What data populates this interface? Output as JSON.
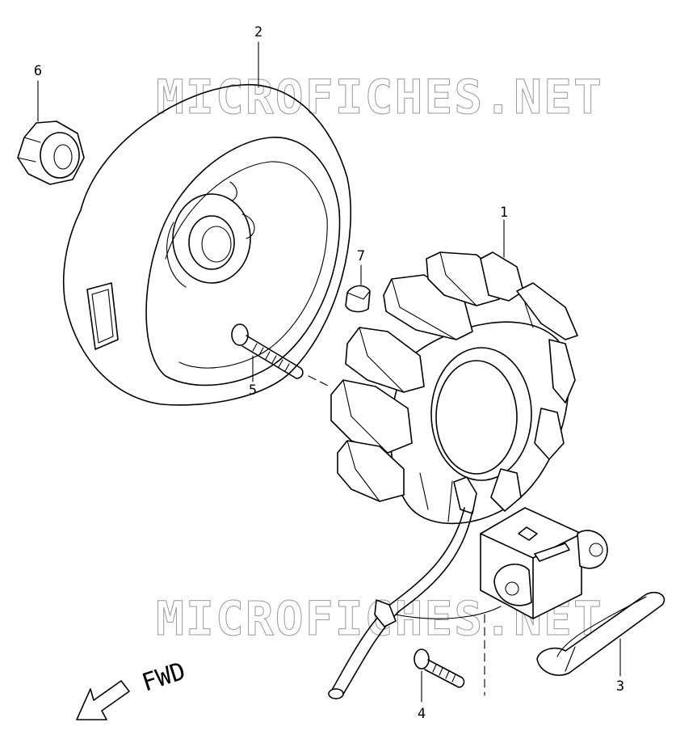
{
  "watermark": {
    "text": "MICROFICHES.NET"
  },
  "callouts": {
    "c1": "1",
    "c2": "2",
    "c3": "3",
    "c4": "4",
    "c5": "5",
    "c6": "6",
    "c7": "7"
  },
  "direction": {
    "label": "FWD"
  }
}
